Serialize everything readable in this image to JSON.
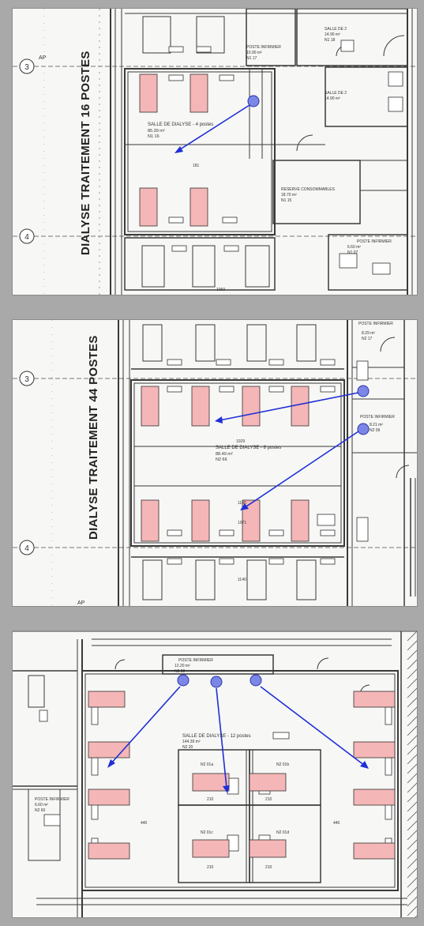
{
  "colors": {
    "background": "#a9a9a9",
    "panel": "#f7f7f5",
    "wall": "#3a3a3a",
    "bed_highlight": "#f4b6b6",
    "arrow": "#1f2fd6",
    "camera": "#7b86e6"
  },
  "panel1": {
    "title": "DIALYSE TRAITEMENT 16 POSTES",
    "axis_3": "3",
    "axis_4": "4",
    "ap": "AP",
    "room_name": "SALLE DE DIALYSE - 4 postes",
    "room_area": "85.39 m²",
    "room_no": "N1 16",
    "poste_top": "POSTE INFIRMIER",
    "poste_top_area": "10.90 m²",
    "poste_top_no": "N1 17",
    "salle_top": "SALLE DE 2",
    "salle_top_area": "14.90 m²",
    "salle_top_no": "N1 18",
    "salle_mid": "SALLE DE 2",
    "salle_mid_area": "14.90 m²",
    "reserve": "RESERVE CONSOMMABLES",
    "reserve_area": "18.70 m²",
    "reserve_no": "N1 15",
    "poste_bottom": "POSTE INFIRMIER",
    "poste_bottom_area": "6.60 m²",
    "poste_bottom_no": "N1 07",
    "dim_1060": "1060",
    "dim_181": "181"
  },
  "panel2": {
    "title": "DIALYSE TRAITEMENT 44 POSTES",
    "axis_3": "3",
    "axis_4": "4",
    "ap": "AP",
    "room_name": "SALLE DE DIALYSE - 8 postes",
    "room_area": "88.40 m²",
    "room_no": "N2 66",
    "poste_top": "POSTE INFIRMIER",
    "poste_top_area": "8.29 m²",
    "poste_top_no": "N2 17",
    "poste_mid": "POSTE INFIRMIER",
    "poste_mid_area": "8.21 m²",
    "poste_mid_no": "N2 09",
    "dim_1029": "1029",
    "dim_1140a": "1140",
    "dim_1140b": "1140",
    "dim_1071": "1071"
  },
  "panel3": {
    "poste_top": "POSTE INFIRMIER",
    "poste_top_area": "12.20 m²",
    "poste_top_no": "N2 22",
    "room_name": "SALLE DE DIALYSE - 12 postes",
    "room_area": "144.39 m²",
    "room_no": "N2 20",
    "poste_left": "POSTE INFIRMIER",
    "poste_left_area": "6.60 m²",
    "poste_left_no": "N2 60",
    "box_a": "N2 01a",
    "box_b": "N2 01b",
    "box_c": "N2 01c",
    "box_d": "N2 01d",
    "dim_440a": "440",
    "dim_440b": "440",
    "dim_210a": "210",
    "dim_210b": "210",
    "dim_210c": "210",
    "dim_210d": "210"
  }
}
